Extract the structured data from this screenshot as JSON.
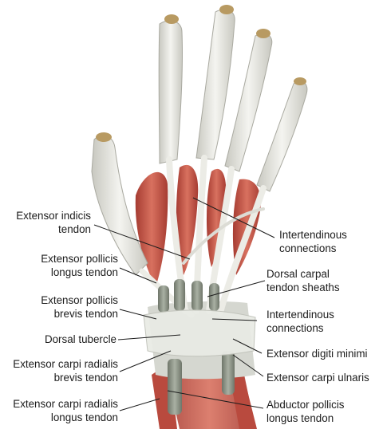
{
  "labels_left": [
    {
      "id": "extensor-indicis",
      "lines": [
        "Extensor indicis",
        "tendon"
      ]
    },
    {
      "id": "epl",
      "lines": [
        "Extensor pollicis",
        "longus tendon"
      ]
    },
    {
      "id": "epb",
      "lines": [
        "Extensor pollicis",
        "brevis tendon"
      ]
    },
    {
      "id": "dorsal-tubercle",
      "lines": [
        "Dorsal tubercle"
      ]
    },
    {
      "id": "ecrb",
      "lines": [
        "Extensor carpi radialis",
        "brevis tendon"
      ]
    },
    {
      "id": "ecrl",
      "lines": [
        "Extensor carpi radialis",
        "longus tendon"
      ]
    }
  ],
  "labels_right": [
    {
      "id": "intertendinous-1",
      "lines": [
        "Intertendinous",
        "connections"
      ]
    },
    {
      "id": "dorsal-carpal",
      "lines": [
        "Dorsal carpal",
        "tendon sheaths"
      ]
    },
    {
      "id": "intertendinous-2",
      "lines": [
        "Intertendinous",
        "connections"
      ]
    },
    {
      "id": "edm",
      "lines": [
        "Extensor digiti minimi"
      ]
    },
    {
      "id": "ecu",
      "lines": [
        "Extensor carpi ulnaris"
      ]
    },
    {
      "id": "apl",
      "lines": [
        "Abductor pollicis",
        "longus tendon"
      ]
    }
  ],
  "colors": {
    "muscle": "#c9584a",
    "muscle_dark": "#a63c32",
    "tendon": "#e6e6e1",
    "tendon_shadow": "#b8b8b0",
    "sheath": "#8f968a",
    "nail": "#b89a62",
    "leader_line": "#1c1c1c"
  }
}
